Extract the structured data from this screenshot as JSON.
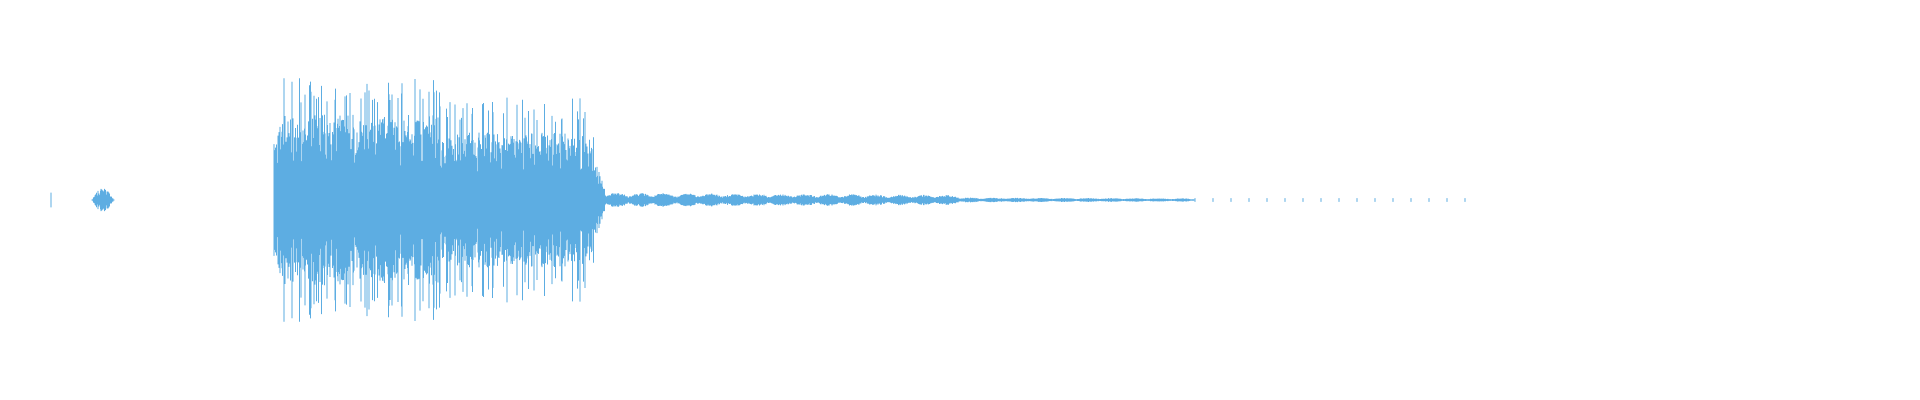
{
  "waveform": {
    "color": "#5dade2",
    "background": "#ffffff",
    "segments": [
      {
        "kind": "blip",
        "amplitude": 0.06
      },
      {
        "kind": "burst",
        "amplitude": 0.1
      },
      {
        "kind": "silence"
      },
      {
        "kind": "loud",
        "amplitude": 1.0
      },
      {
        "kind": "medium",
        "amplitude": 0.85
      },
      {
        "kind": "tail",
        "amplitude": 0.06
      },
      {
        "kind": "sparse-ticks",
        "amplitude": 0.015
      },
      {
        "kind": "silence"
      }
    ]
  }
}
